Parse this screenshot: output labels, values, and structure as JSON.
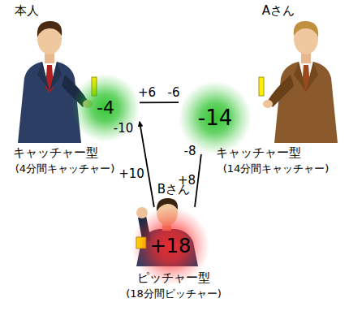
{
  "diagram": {
    "nodes": [
      {
        "text": [
          "本人",
          "-4",
          "キャッチャー型",
          "(4分間キャッチャー)"
        ]
      },
      {
        "text": [
          "Aさん",
          "-14",
          "キャッチャー型",
          "(14分間キャッチャー)"
        ]
      },
      {
        "text": [
          "Bさん",
          "+18",
          "ピッチャー型",
          "(18分間ピッチャー)"
        ]
      }
    ],
    "edges": [
      {
        "from": 0,
        "to": 1,
        "arrow": "none"
      },
      {
        "from": 2,
        "to": 0,
        "arrow": "to"
      },
      {
        "from": 2,
        "to": 1,
        "arrow": "none"
      }
    ],
    "labels": [
      "+6",
      "-6",
      "-10",
      "+10",
      "+8",
      "-8"
    ]
  }
}
